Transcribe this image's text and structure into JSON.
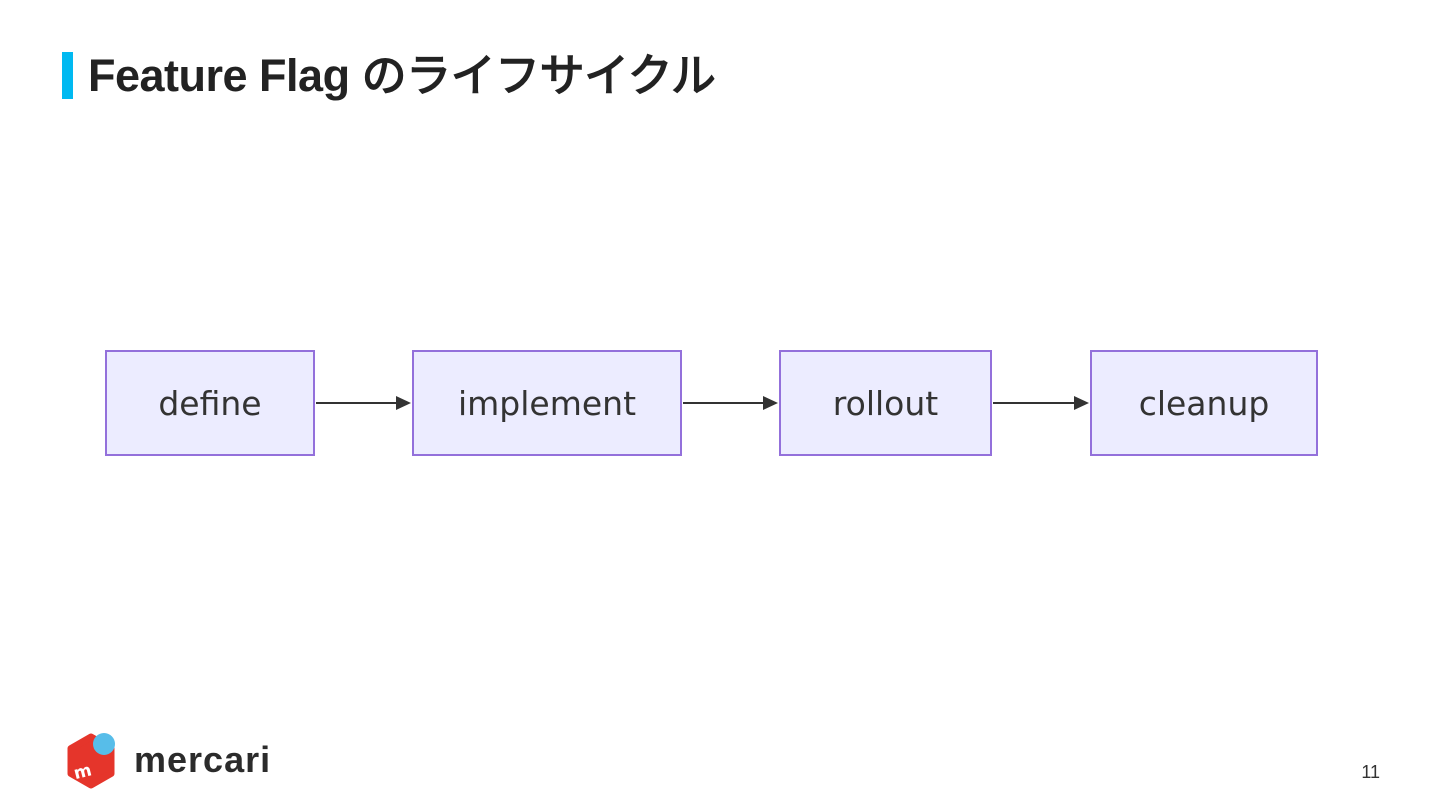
{
  "header": {
    "title": "Feature Flag のライフサイクル"
  },
  "diagram": {
    "type": "flowchart-left-to-right",
    "nodes": [
      {
        "id": "define",
        "label": "define"
      },
      {
        "id": "implement",
        "label": "implement"
      },
      {
        "id": "rollout",
        "label": "rollout"
      },
      {
        "id": "cleanup",
        "label": "cleanup"
      }
    ],
    "connections": [
      {
        "from": "define",
        "to": "implement"
      },
      {
        "from": "implement",
        "to": "rollout"
      },
      {
        "from": "rollout",
        "to": "cleanup"
      }
    ]
  },
  "footer": {
    "logo": {
      "icon": "mercari-cube-icon",
      "letter": "m",
      "wordmark": "mercari"
    },
    "page_number": "11"
  },
  "colors": {
    "accent": "#00b9f1",
    "title-text": "#222222",
    "node-fill": "#ececff",
    "node-border": "#9370db",
    "node-text": "#333333",
    "arrow": "#333333",
    "brand-red": "#e5352b",
    "brand-blue": "#57bde9",
    "logo-text": "#2b2b2b",
    "page-number": "#333333"
  }
}
